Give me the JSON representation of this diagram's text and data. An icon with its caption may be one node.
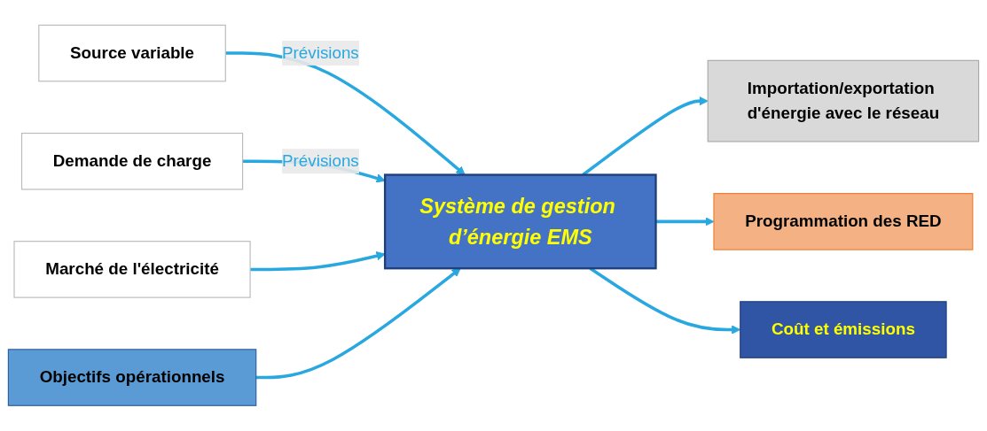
{
  "diagram": {
    "nodes": [
      {
        "text": [
          "Source variable"
        ]
      },
      {
        "text": [
          "Demande de charge"
        ]
      },
      {
        "text": [
          "Marché de l'électricité"
        ]
      },
      {
        "text": [
          "Objectifs opérationnels"
        ]
      },
      {
        "text": [
          "Système de gestion d’énergie EMS"
        ]
      },
      {
        "text": [
          "Importation/exportation d'énergie avec le réseau"
        ]
      },
      {
        "text": [
          "Programmation des RED"
        ]
      },
      {
        "text": [
          "Coût et émissions"
        ]
      }
    ],
    "edges": [
      {
        "from": 0,
        "to": 4,
        "arrow": "to",
        "label": "Prévisions"
      },
      {
        "from": 1,
        "to": 4,
        "arrow": "to",
        "label": "Prévisions"
      },
      {
        "from": 2,
        "to": 4,
        "arrow": "to"
      },
      {
        "from": 3,
        "to": 4,
        "arrow": "to"
      },
      {
        "from": 4,
        "to": 5,
        "arrow": "to"
      },
      {
        "from": 4,
        "to": 6,
        "arrow": "to"
      },
      {
        "from": 4,
        "to": 7,
        "arrow": "to"
      }
    ]
  }
}
